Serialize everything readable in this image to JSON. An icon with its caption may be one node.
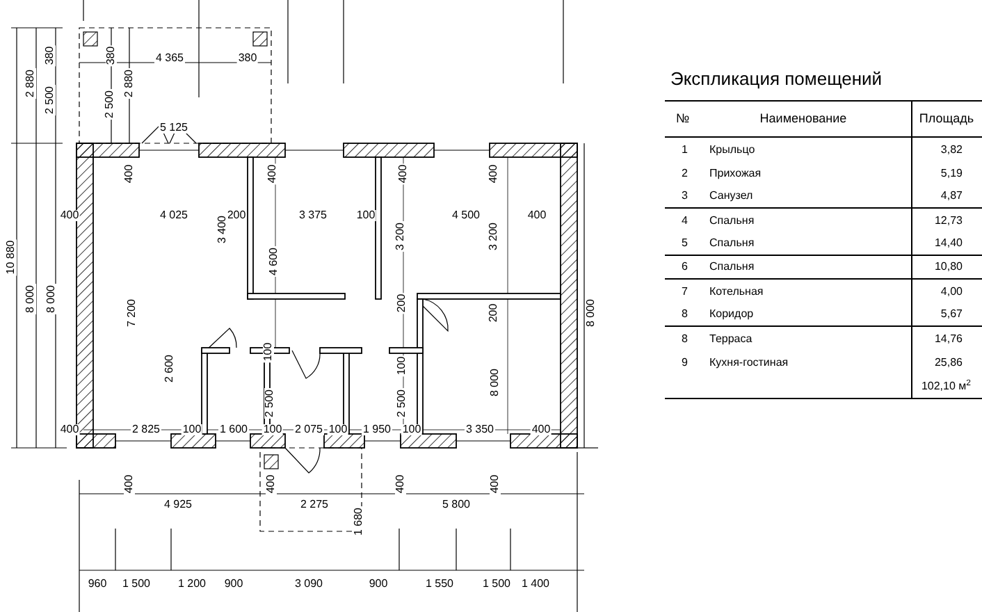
{
  "diagram": {
    "title": "Экспликация помещений",
    "labels": [
      "2 880",
      "2 500",
      "380",
      "380",
      "4 365",
      "380",
      "2 500",
      "2 880",
      "5 125",
      "10 880",
      "8 000",
      "8 000",
      "400",
      "400",
      "4 025",
      "200",
      "3 400",
      "3 375",
      "400",
      "100",
      "4 600",
      "400",
      "3 200",
      "4 500",
      "400",
      "3 200",
      "400",
      "7 200",
      "200",
      "200",
      "8 000",
      "2 600",
      "100",
      "100",
      "8 000",
      "2 500",
      "2 500",
      "400",
      "2 825",
      "100",
      "1 600",
      "100",
      "2 075",
      "100",
      "1 950",
      "100",
      "3 350",
      "400",
      "400",
      "400",
      "400",
      "400",
      "4 925",
      "2 275",
      "5 800",
      "1 680",
      "960",
      "1 500",
      "1 200",
      "900",
      "3 090",
      "900",
      "1 550",
      "1 500",
      "1 400",
      "№",
      "Наименование",
      "Площадь",
      "1",
      "Крыльцо",
      "3,82",
      "2",
      "Прихожая",
      "5,19",
      "3",
      "Санузел",
      "4,87",
      "4",
      "Спальня",
      "12,73",
      "5",
      "Спальня",
      "14,40",
      "6",
      "Спальня",
      "10,80",
      "7",
      "Котельная",
      "4,00",
      "8",
      "Коридор",
      "5,67",
      "8",
      "Терраса",
      "14,76",
      "9",
      "Кухня-гостиная",
      "25,86",
      "102,10 м$^{2}$"
    ]
  }
}
